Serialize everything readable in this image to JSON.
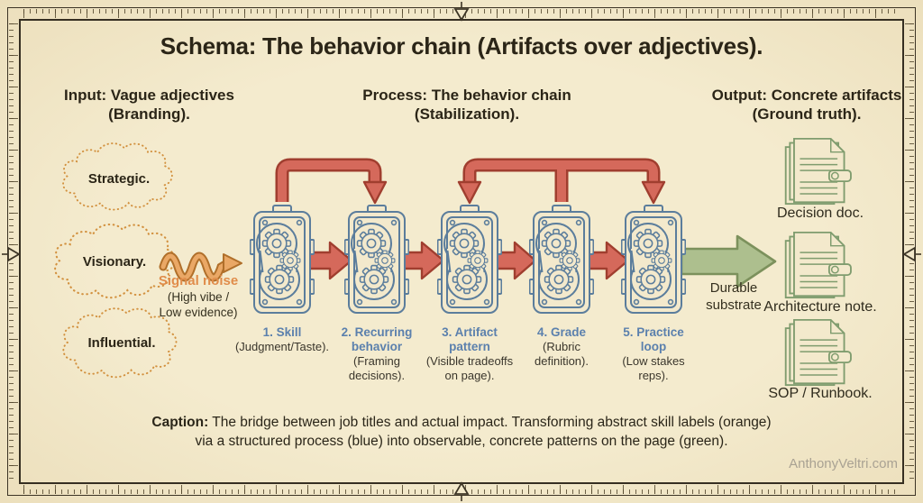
{
  "title": "Schema: The behavior chain (Artifacts over adjectives).",
  "columns": {
    "input": {
      "heading": "Input: Vague adjectives\n(Branding)."
    },
    "process": {
      "heading": "Process: The behavior chain\n(Stabilization)."
    },
    "output": {
      "heading": "Output: Concrete artifacts\n(Ground truth)."
    }
  },
  "input": {
    "clouds": [
      {
        "label": "Strategic."
      },
      {
        "label": "Visionary."
      },
      {
        "label": "Influential."
      }
    ],
    "signal": {
      "label": "Signal noise",
      "sub": "(High vibe /\nLow evidence)"
    }
  },
  "process": {
    "machines": [
      {
        "title": "1. Skill",
        "sub": "(Judgment/Taste)."
      },
      {
        "title": "2. Recurring\nbehavior",
        "sub": "(Framing\ndecisions)."
      },
      {
        "title": "3. Artifact\npattern",
        "sub": "(Visible tradeoffs\non page)."
      },
      {
        "title": "4. Grade",
        "sub": "(Rubric\ndefinition)."
      },
      {
        "title": "5. Practice\nloop",
        "sub": "(Low stakes\nreps)."
      }
    ]
  },
  "output": {
    "arrow_label": "Durable\nsubstrate",
    "documents": [
      {
        "label": "Decision doc."
      },
      {
        "label": "Architecture note."
      },
      {
        "label": "SOP / Runbook."
      }
    ]
  },
  "caption": {
    "label": "Caption:",
    "text": "The bridge between job titles and actual impact. Transforming abstract skill labels (orange) via a structured process (blue) into observable, concrete patterns on the page (green)."
  },
  "watermark": "AnthonyVeltri.com",
  "colors": {
    "background": "#f2e8ca",
    "frame": "#3d3526",
    "orange": "#d2913f",
    "orange_text": "#e08c4a",
    "blue": "#5b7d9c",
    "blue_text": "#5b80ad",
    "red_fill": "#d5695b",
    "red_stroke": "#a03e2f",
    "green_fill": "#adbf8e",
    "green_stroke": "#7c915c",
    "doc_green": "#7f9c6e"
  }
}
